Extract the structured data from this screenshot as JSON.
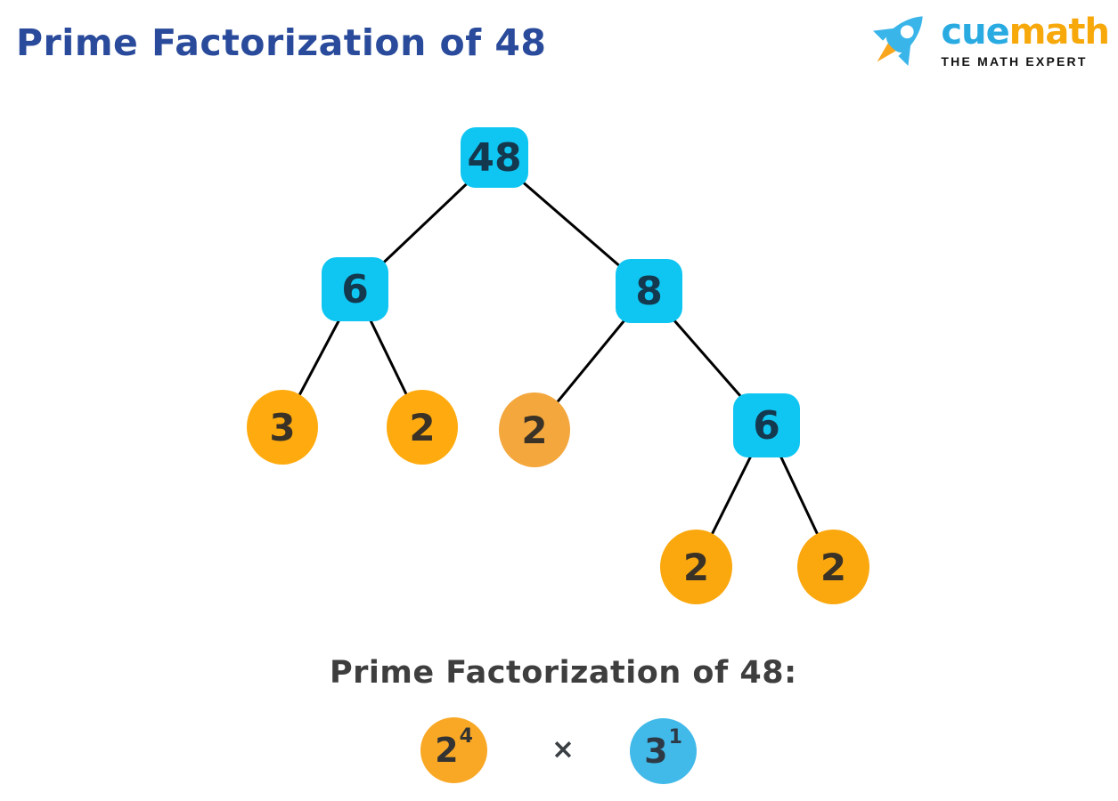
{
  "header": {
    "title": "Prime Factorization of 48"
  },
  "logo": {
    "brand_part1": "cue",
    "brand_part2": "math",
    "tagline": "THE MATH EXPERT",
    "colors": {
      "brand_cue": "#29ABE2",
      "brand_math": "#F7A80B",
      "tagline_text": "#111111",
      "rocket_body": "#3AB5E9",
      "rocket_flame": "#F9A61F"
    }
  },
  "factor_tree": {
    "description": "Factor tree showing the prime factorization of 48",
    "nodes": [
      {
        "id": "root-48",
        "label": "48",
        "shape": "rounded-square",
        "fill": "#0FC6F2"
      },
      {
        "id": "left-6",
        "label": "6",
        "shape": "rounded-square",
        "fill": "#0FC6F2"
      },
      {
        "id": "right-8",
        "label": "8",
        "shape": "rounded-square",
        "fill": "#0FC6F2"
      },
      {
        "id": "leaf-3",
        "label": "3",
        "shape": "circle",
        "fill": "#FFAB0F"
      },
      {
        "id": "leaf-2a",
        "label": "2",
        "shape": "circle",
        "fill": "#FFAB0F"
      },
      {
        "id": "leaf-2b",
        "label": "2",
        "shape": "circle",
        "fill": "#F3A73D"
      },
      {
        "id": "mid-6",
        "label": "6",
        "shape": "rounded-square",
        "fill": "#0FC6F2"
      },
      {
        "id": "leaf-2c",
        "label": "2",
        "shape": "circle",
        "fill": "#FBA80F"
      },
      {
        "id": "leaf-2d",
        "label": "2",
        "shape": "circle",
        "fill": "#FBA80F"
      }
    ],
    "edges": [
      [
        "root-48",
        "left-6"
      ],
      [
        "root-48",
        "right-8"
      ],
      [
        "left-6",
        "leaf-3"
      ],
      [
        "left-6",
        "leaf-2a"
      ],
      [
        "right-8",
        "leaf-2b"
      ],
      [
        "right-8",
        "mid-6"
      ],
      [
        "mid-6",
        "leaf-2c"
      ],
      [
        "mid-6",
        "leaf-2d"
      ]
    ],
    "edge_color": "#000000"
  },
  "result": {
    "caption": "Prime Factorization of 48:",
    "factor1": {
      "base": "2",
      "exponent": "4",
      "fill": "#F9A826"
    },
    "operator": "×",
    "factor2": {
      "base": "3",
      "exponent": "1",
      "fill": "#41B9E9"
    }
  }
}
